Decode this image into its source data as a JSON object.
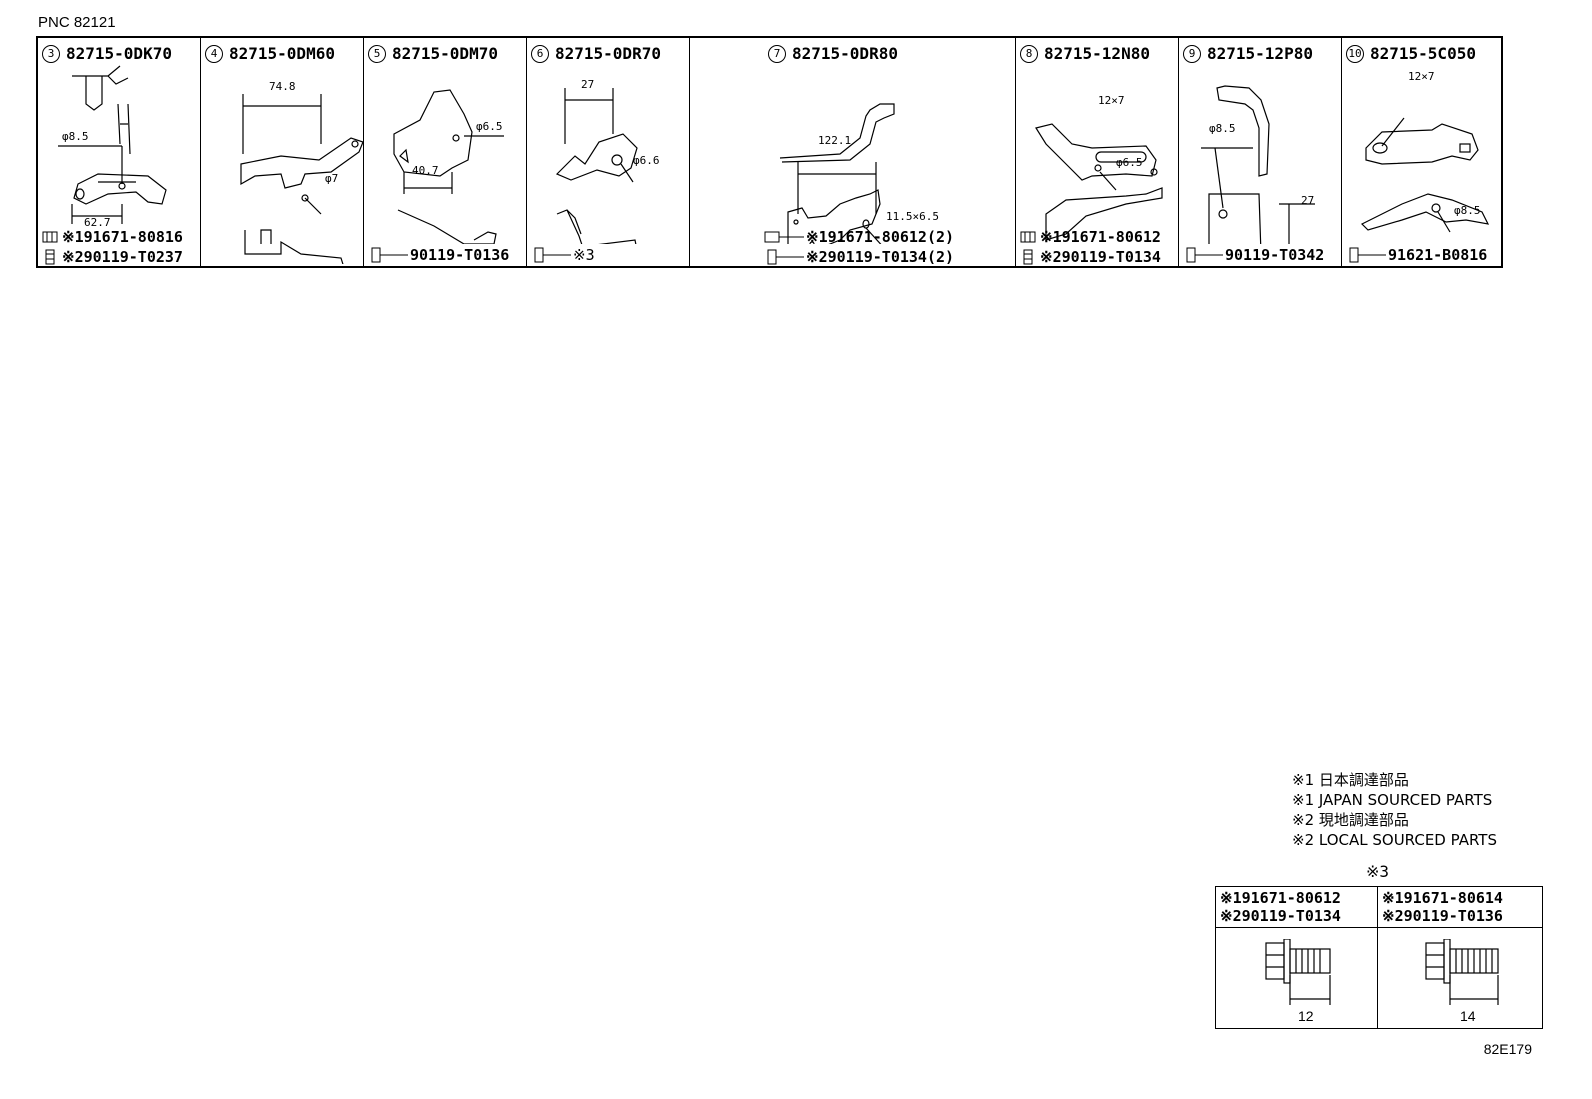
{
  "pnc": "PNC 82121",
  "panels": [
    {
      "num": "3",
      "part": "82715-0DK70",
      "dims": [
        "φ8.5",
        "62.7"
      ],
      "fasteners": [
        "※191671-80816",
        "※290119-T0237"
      ]
    },
    {
      "num": "4",
      "part": "82715-0DM60",
      "dims": [
        "74.8",
        "φ7"
      ],
      "fasteners": []
    },
    {
      "num": "5",
      "part": "82715-0DM70",
      "dims": [
        "φ6.5",
        "40.7"
      ],
      "fasteners": [
        "90119-T0136"
      ]
    },
    {
      "num": "6",
      "part": "82715-0DR70",
      "dims": [
        "27",
        "φ6.6"
      ],
      "fasteners": [
        "※3"
      ]
    },
    {
      "num": "7",
      "part": "82715-0DR80",
      "dims": [
        "122.1",
        "11.5×6.5"
      ],
      "fasteners": [
        "※191671-80612(2)",
        "※290119-T0134(2)"
      ]
    },
    {
      "num": "8",
      "part": "82715-12N80",
      "dims": [
        "12×7",
        "φ6.5"
      ],
      "fasteners": [
        "※191671-80612",
        "※290119-T0134"
      ]
    },
    {
      "num": "9",
      "part": "82715-12P80",
      "dims": [
        "φ8.5",
        "27"
      ],
      "fasteners": [
        "90119-T0342"
      ]
    },
    {
      "num": "10",
      "part": "82715-5C050",
      "dims": [
        "12×7",
        "φ8.5"
      ],
      "fasteners": [
        "91621-B0816"
      ]
    }
  ],
  "legend": [
    "※1 日本調達部品",
    "※1 JAPAN SOURCED PARTS",
    "※2 現地調達部品",
    "※2 LOCAL SOURCED PARTS"
  ],
  "ref3": {
    "title": "※3",
    "cols": [
      {
        "codes": [
          "※191671-80612",
          "※290119-T0134"
        ],
        "length": "12"
      },
      {
        "codes": [
          "※191671-80614",
          "※290119-T0136"
        ],
        "length": "14"
      }
    ]
  },
  "drawing_code": "82E179"
}
